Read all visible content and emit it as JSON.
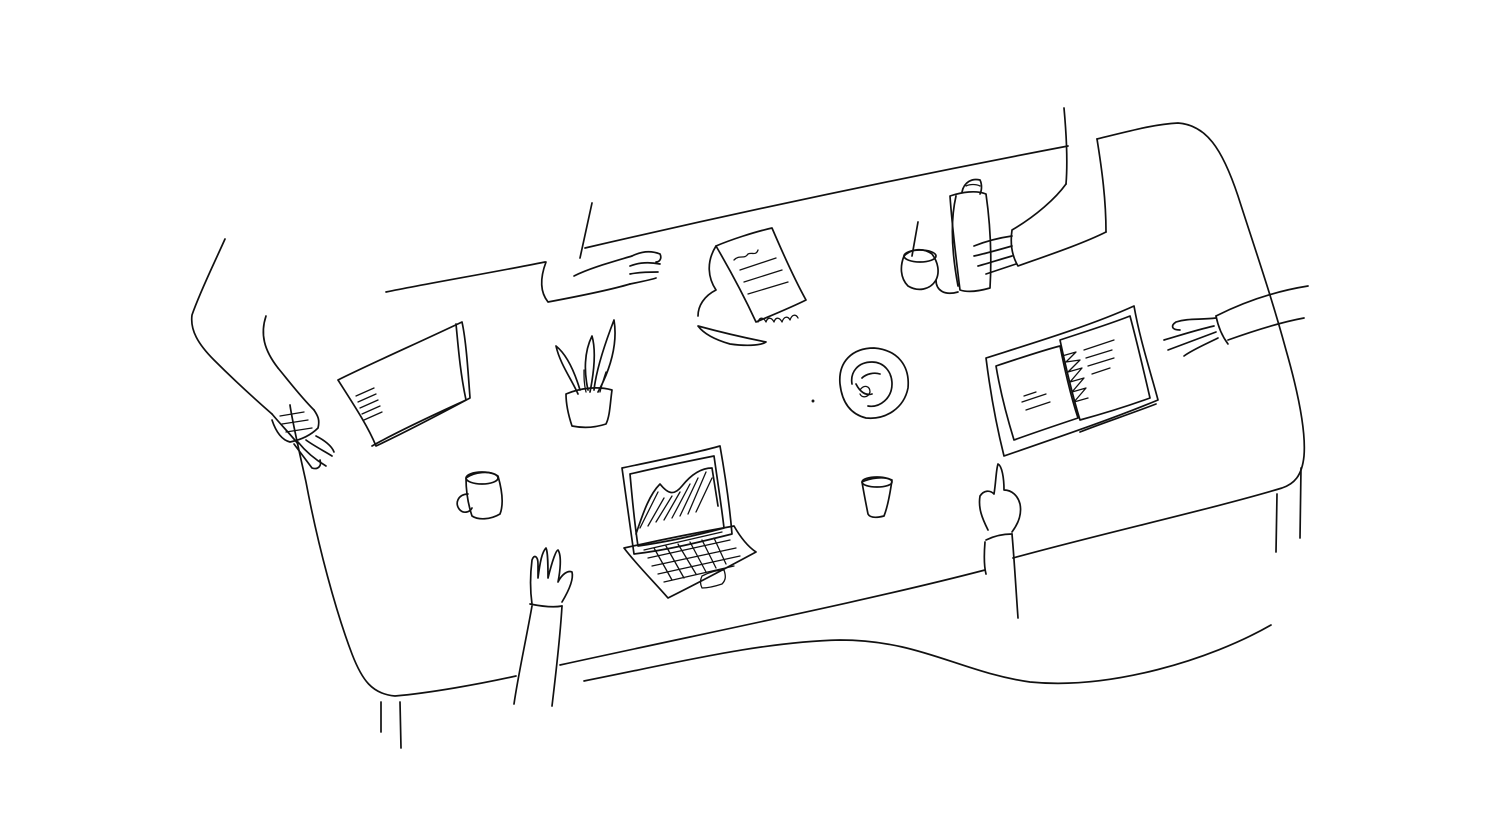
{
  "scene": {
    "style": "line-drawing",
    "background_color": "#ffffff",
    "line_color": "#111111",
    "description_items": [
      "table",
      "laptop-closed",
      "laptop-open-chart",
      "plant",
      "notepad",
      "pen",
      "mate-gourd",
      "thermos",
      "croissant-plate",
      "binder-notebook",
      "coffee-mug",
      "cup",
      "hands"
    ]
  }
}
